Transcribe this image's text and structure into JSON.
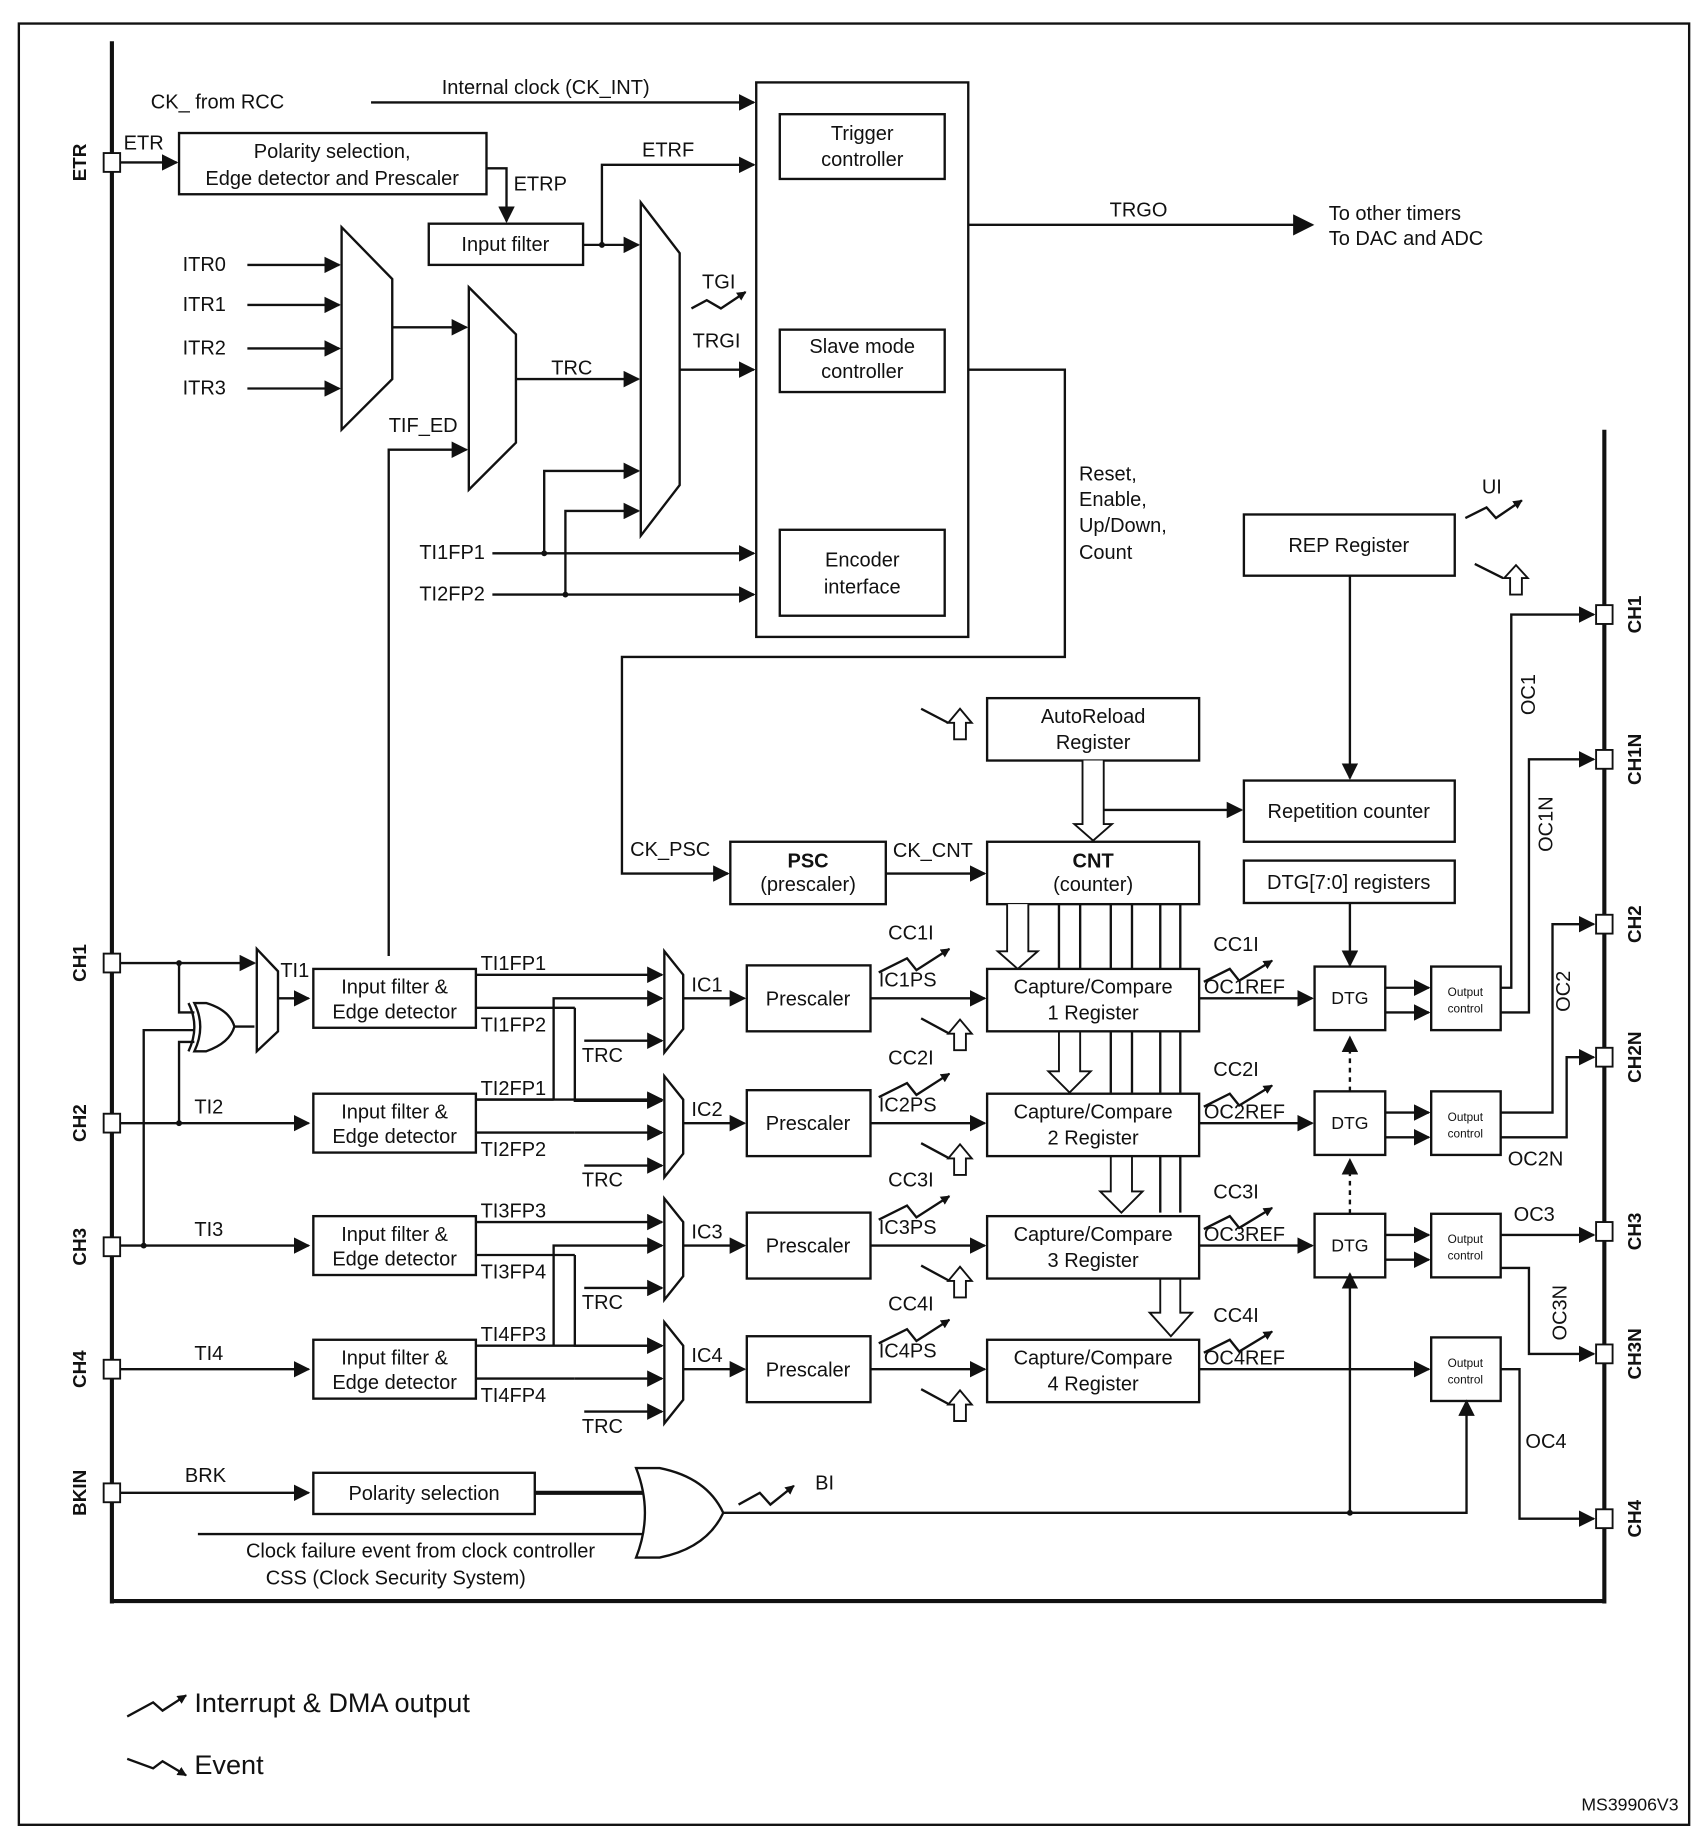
{
  "diagram": {
    "figure_id": "MS39906V3",
    "left_pins": [
      "ETR",
      "CH1",
      "CH2",
      "CH3",
      "CH4",
      "BKIN"
    ],
    "right_pins": [
      "CH1",
      "CH1N",
      "CH2",
      "CH2N",
      "CH3",
      "CH3N",
      "CH4"
    ],
    "clock": {
      "ck_from_rcc": "CK_ from RCC",
      "internal_clock": "Internal clock (CK_INT)",
      "etr_signal": "ETR",
      "etr_block": [
        "Polarity selection,",
        "Edge detector and Prescaler"
      ],
      "etrp": "ETRP",
      "input_filter": "Input filter",
      "etrf": "ETRF"
    },
    "trigger_inputs": [
      "ITR0",
      "ITR1",
      "ITR2",
      "ITR3"
    ],
    "signals": {
      "trc": "TRC",
      "tif_ed": "TIF_ED",
      "tgi": "TGI",
      "trgi": "TRGI",
      "ti1fp1": "TI1FP1",
      "ti2fp2": "TI2FP2",
      "trgo": "TRGO",
      "trgo_targets": [
        "To other timers",
        "To DAC and ADC"
      ],
      "slave_outputs": [
        "Reset,",
        "Enable,",
        "Up/Down,",
        "Count"
      ],
      "ck_psc": "CK_PSC",
      "ck_cnt": "CK_CNT",
      "ui": "UI",
      "bi": "BI",
      "brk": "BRK"
    },
    "controller_blocks": {
      "trigger": [
        "Trigger",
        "controller"
      ],
      "slave": [
        "Slave mode",
        "controller"
      ],
      "encoder": [
        "Encoder",
        "interface"
      ]
    },
    "counter_blocks": {
      "rep_register": "REP Register",
      "autoreload": [
        "AutoReload",
        "Register"
      ],
      "repetition_counter": "Repetition counter",
      "dtg_registers": "DTG[7:0] registers",
      "psc": [
        "PSC",
        "(prescaler)"
      ],
      "cnt": [
        "CNT",
        "(counter)"
      ]
    },
    "input_filter_block": [
      "Input filter &",
      "Edge detector"
    ],
    "prescaler_label": "Prescaler",
    "dtg_label": "DTG",
    "output_control": [
      "Output",
      "control"
    ],
    "channels": [
      {
        "ti": "TI1",
        "fp_a": "TI1FP1",
        "fp_b": "TI1FP2",
        "ic": "IC1",
        "ccin": "CC1I",
        "icps": "IC1PS",
        "reg": [
          "Capture/Compare",
          "1 Register"
        ],
        "ccout": "CC1I",
        "ocref": "OC1REF"
      },
      {
        "ti": "TI2",
        "fp_a": "TI2FP1",
        "fp_b": "TI2FP2",
        "ic": "IC2",
        "ccin": "CC2I",
        "icps": "IC2PS",
        "reg": [
          "Capture/Compare",
          "2 Register"
        ],
        "ccout": "CC2I",
        "ocref": "OC2REF"
      },
      {
        "ti": "TI3",
        "fp_a": "TI3FP3",
        "fp_b": "TI3FP4",
        "ic": "IC3",
        "ccin": "CC3I",
        "icps": "IC3PS",
        "reg": [
          "Capture/Compare",
          "3 Register"
        ],
        "ccout": "CC3I",
        "ocref": "OC3REF"
      },
      {
        "ti": "TI4",
        "fp_a": "TI4FP3",
        "fp_b": "TI4FP4",
        "ic": "IC4",
        "ccin": "CC4I",
        "icps": "IC4PS",
        "reg": [
          "Capture/Compare",
          "4 Register"
        ],
        "ccout": "CC4I",
        "ocref": "OC4REF"
      }
    ],
    "outputs": [
      "OC1",
      "OC1N",
      "OC2",
      "OC2N",
      "OC3",
      "OC3N",
      "OC4"
    ],
    "break": {
      "polarity": "Polarity selection",
      "css_line1": "Clock failure event from clock controller",
      "css_line2": "CSS (Clock Security System)"
    },
    "legend": {
      "interrupt": "Interrupt & DMA output",
      "event": "Event"
    }
  }
}
